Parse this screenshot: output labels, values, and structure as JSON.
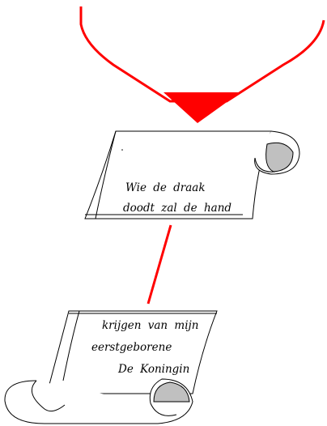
{
  "colors": {
    "heart": "#ff0000",
    "line": "#ff0000",
    "curl_fill": "#c0c0c0",
    "outline": "#000000",
    "paper": "#ffffff"
  },
  "upper_scroll": {
    "line1": "Wie de draak",
    "line2": "doodt zal de hand"
  },
  "lower_scroll": {
    "line1": "krijgen van mijn",
    "line2": "eerstgeborene",
    "line3": "De Koningin"
  }
}
